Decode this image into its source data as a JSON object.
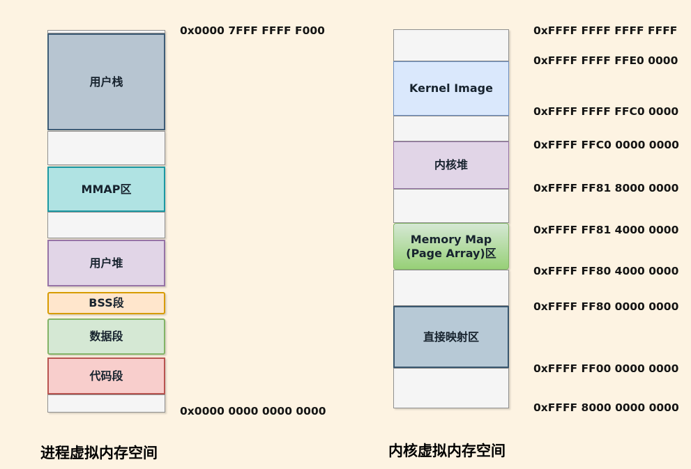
{
  "palette": {
    "background": "#fdf3e2",
    "gap_fill": "#f5f5f5",
    "gap_border": "#8f8f8f",
    "user_stack_fill": "#b7c5d1",
    "user_stack_border": "#3e5c76",
    "mmap_fill": "#b0e3e3",
    "mmap_border": "#1b98a2",
    "purple_fill": "#e1d5e7",
    "purple_border": "#9673a6",
    "bss_fill": "#ffe6cc",
    "bss_border": "#d79b00",
    "green_fill": "#d5e8d4",
    "green_border": "#82b366",
    "code_fill": "#f8cecc",
    "code_border": "#b85450",
    "kernel_image_fill": "#dae8fc",
    "kernel_image_border": "#6c8ebf",
    "memory_map_gradient_top": "#d5e8d4",
    "memory_map_gradient_bottom": "#97d077",
    "direct_map_fill": "#b7c9d6",
    "direct_map_border": "#39576f",
    "text": "#141414"
  },
  "process_space": {
    "title": "进程虚拟内存空间",
    "top_address": "0x0000 7FFF FFFF F000",
    "bottom_address": "0x0000 0000 0000 0000",
    "segments": {
      "user_stack": "用户栈",
      "mmap": "MMAP区",
      "user_heap": "用户堆",
      "bss": "BSS段",
      "data": "数据段",
      "code": "代码段"
    }
  },
  "kernel_space": {
    "title": "内核虚拟内存空间",
    "segments": {
      "kernel_image": "Kernel Image",
      "kernel_heap": "内核堆",
      "memory_map_line1": "Memory Map",
      "memory_map_line2": "(Page Array)区",
      "direct_map": "直接映射区"
    },
    "addresses": [
      "0xFFFF FFFF FFFF FFFF",
      "0xFFFF FFFF FFE0 0000",
      "0xFFFF FFFF FFC0 0000",
      "0xFFFF FFC0 0000 0000",
      "0xFFFF FF81 8000 0000",
      "0xFFFF FF81 4000 0000",
      "0xFFFF FF80 4000 0000",
      "0xFFFF FF80 0000 0000",
      "0xFFFF FF00 0000 0000",
      "0xFFFF 8000 0000 0000"
    ]
  }
}
